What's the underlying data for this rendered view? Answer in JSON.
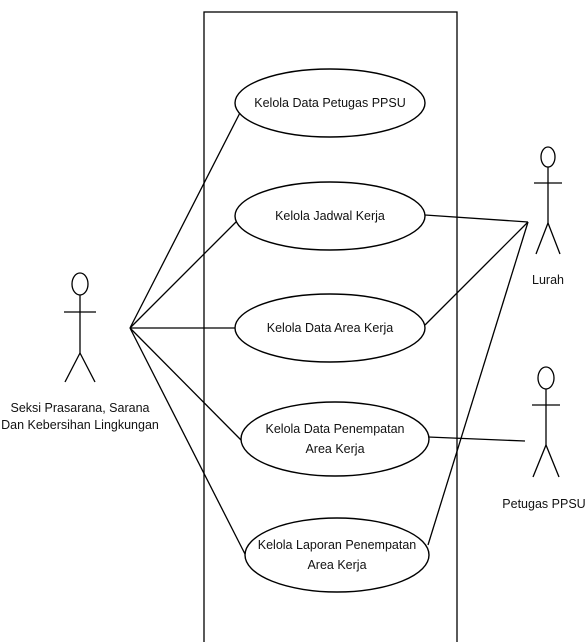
{
  "actors": {
    "seksi": {
      "label_lines": [
        "Seksi Prasarana, Sarana",
        "Dan Kebersihan Lingkungan"
      ]
    },
    "lurah": {
      "label_lines": [
        "Lurah"
      ]
    },
    "petugas": {
      "label_lines": [
        "Petugas PPSU"
      ]
    }
  },
  "use_cases": [
    {
      "label_lines": [
        "Kelola Data Petugas PPSU"
      ]
    },
    {
      "label_lines": [
        "Kelola Jadwal Kerja"
      ]
    },
    {
      "label_lines": [
        "Kelola Data Area Kerja"
      ]
    },
    {
      "label_lines": [
        "Kelola Data Penempatan",
        "Area Kerja"
      ]
    },
    {
      "label_lines": [
        "Kelola Laporan Penempatan",
        "Area Kerja"
      ]
    }
  ],
  "associations": [
    {
      "actor": "seksi",
      "use_case": 0
    },
    {
      "actor": "seksi",
      "use_case": 1
    },
    {
      "actor": "seksi",
      "use_case": 2
    },
    {
      "actor": "seksi",
      "use_case": 3
    },
    {
      "actor": "seksi",
      "use_case": 4
    },
    {
      "actor": "lurah",
      "use_case": 1
    },
    {
      "actor": "lurah",
      "use_case": 2
    },
    {
      "actor": "lurah",
      "use_case": 4
    },
    {
      "actor": "petugas",
      "use_case": 3
    }
  ]
}
